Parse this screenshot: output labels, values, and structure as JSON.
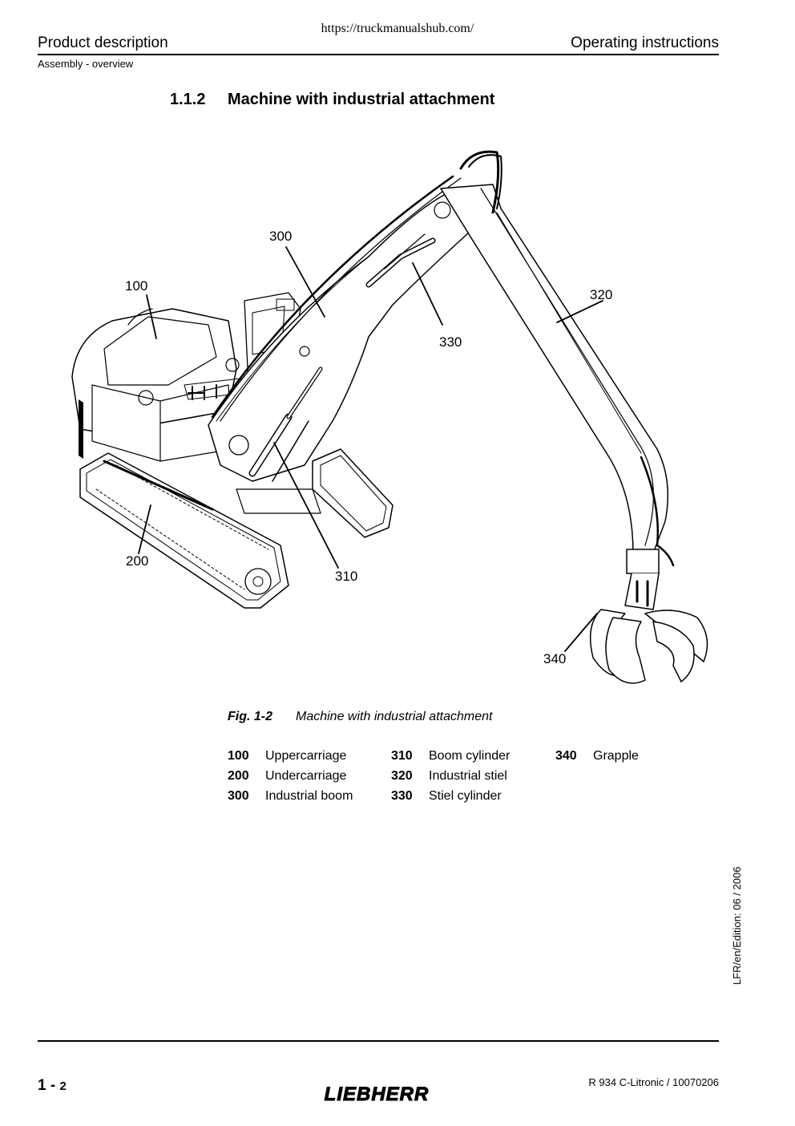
{
  "url": "https://truckmanualshub.com/",
  "header": {
    "left": "Product description",
    "right": "Operating instructions",
    "sub": "Assembly - overview"
  },
  "section": {
    "number": "1.1.2",
    "title": "Machine with industrial attachment"
  },
  "figure": {
    "callouts": [
      "100",
      "200",
      "300",
      "310",
      "320",
      "330",
      "340"
    ],
    "caption_number": "Fig. 1-2",
    "caption_text": "Machine with industrial attachment"
  },
  "legend": [
    {
      "num": "100",
      "label": "Uppercarriage"
    },
    {
      "num": "200",
      "label": "Undercarriage"
    },
    {
      "num": "300",
      "label": "Industrial boom"
    },
    {
      "num": "310",
      "label": "Boom cylinder"
    },
    {
      "num": "320",
      "label": "Industrial stiel"
    },
    {
      "num": "330",
      "label": "Stiel cylinder"
    },
    {
      "num": "340",
      "label": "Grapple"
    }
  ],
  "side_text": "LFR/en/Edition: 06 / 2006",
  "footer": {
    "page_main": "1 -",
    "page_sub": "2",
    "right": "R 934 C-Litronic / 10070206",
    "logo_text": "LIEBHERR"
  }
}
